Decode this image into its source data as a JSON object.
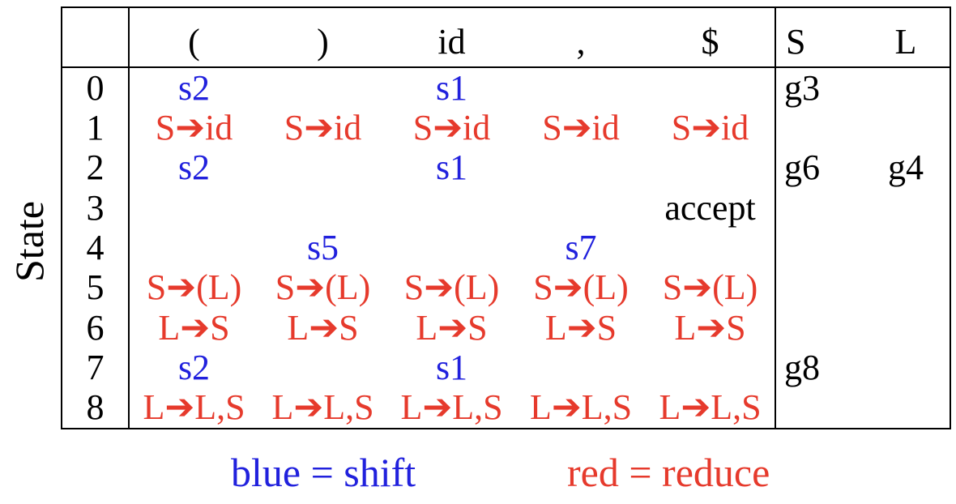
{
  "slide": {
    "axis_label": "State",
    "legend": {
      "shift": "blue = shift",
      "reduce": "red = reduce"
    },
    "colors": {
      "shift_blue": "#2121dd",
      "reduce_red": "#e63a2c",
      "text_black": "#000000"
    }
  },
  "table": {
    "action_headers": [
      "(",
      ")",
      "id",
      ",",
      "$"
    ],
    "goto_headers": [
      "S",
      "L"
    ],
    "rows": [
      {
        "state": "0",
        "actions": [
          "s2",
          "",
          "s1",
          "",
          ""
        ],
        "types": [
          "shift",
          "",
          "shift",
          "",
          ""
        ],
        "goto": [
          "g3",
          ""
        ]
      },
      {
        "state": "1",
        "actions": [
          "S➔id",
          "S➔id",
          "S➔id",
          "S➔id",
          "S➔id"
        ],
        "types": [
          "reduce",
          "reduce",
          "reduce",
          "reduce",
          "reduce"
        ],
        "goto": [
          "",
          ""
        ]
      },
      {
        "state": "2",
        "actions": [
          "s2",
          "",
          "s1",
          "",
          ""
        ],
        "types": [
          "shift",
          "",
          "shift",
          "",
          ""
        ],
        "goto": [
          "g6",
          "g4"
        ]
      },
      {
        "state": "3",
        "actions": [
          "",
          "",
          "",
          "",
          "accept"
        ],
        "types": [
          "",
          "",
          "",
          "",
          "accept"
        ],
        "goto": [
          "",
          ""
        ]
      },
      {
        "state": "4",
        "actions": [
          "",
          "s5",
          "",
          "s7",
          ""
        ],
        "types": [
          "",
          "shift",
          "",
          "shift",
          ""
        ],
        "goto": [
          "",
          ""
        ]
      },
      {
        "state": "5",
        "actions": [
          "S➔(L)",
          "S➔(L)",
          "S➔(L)",
          "S➔(L)",
          "S➔(L)"
        ],
        "types": [
          "reduce",
          "reduce",
          "reduce",
          "reduce",
          "reduce"
        ],
        "goto": [
          "",
          ""
        ]
      },
      {
        "state": "6",
        "actions": [
          "L➔S",
          "L➔S",
          "L➔S",
          "L➔S",
          "L➔S"
        ],
        "types": [
          "reduce",
          "reduce",
          "reduce",
          "reduce",
          "reduce"
        ],
        "goto": [
          "",
          ""
        ]
      },
      {
        "state": "7",
        "actions": [
          "s2",
          "",
          "s1",
          "",
          ""
        ],
        "types": [
          "shift",
          "",
          "shift",
          "",
          ""
        ],
        "goto": [
          "g8",
          ""
        ]
      },
      {
        "state": "8",
        "actions": [
          "L➔L,S",
          "L➔L,S",
          "L➔L,S",
          "L➔L,S",
          "L➔L,S"
        ],
        "types": [
          "reduce",
          "reduce",
          "reduce",
          "reduce",
          "reduce"
        ],
        "goto": [
          "",
          ""
        ]
      }
    ]
  }
}
